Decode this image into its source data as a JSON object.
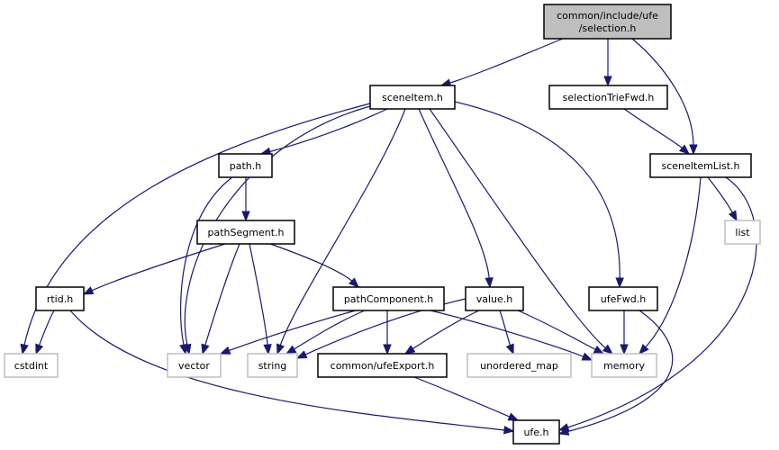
{
  "diagram": {
    "type": "include-dependency-graph",
    "colors": {
      "edge": "#191970",
      "root_fill": "#bfbfbf",
      "internal_border": "#000000",
      "external_border": "#bfbfbf"
    },
    "nodes": [
      {
        "id": "selection",
        "label_lines": [
          "common/include/ufe",
          "/selection.h"
        ],
        "kind": "root"
      },
      {
        "id": "sceneItem",
        "label_lines": [
          "sceneItem.h"
        ],
        "kind": "internal"
      },
      {
        "id": "selectionTrieFwd",
        "label_lines": [
          "selectionTrieFwd.h"
        ],
        "kind": "internal"
      },
      {
        "id": "sceneItemList",
        "label_lines": [
          "sceneItemList.h"
        ],
        "kind": "internal"
      },
      {
        "id": "path",
        "label_lines": [
          "path.h"
        ],
        "kind": "internal"
      },
      {
        "id": "pathSegment",
        "label_lines": [
          "pathSegment.h"
        ],
        "kind": "internal"
      },
      {
        "id": "list",
        "label_lines": [
          "list"
        ],
        "kind": "external"
      },
      {
        "id": "rtid",
        "label_lines": [
          "rtid.h"
        ],
        "kind": "internal"
      },
      {
        "id": "pathComponent",
        "label_lines": [
          "pathComponent.h"
        ],
        "kind": "internal"
      },
      {
        "id": "value",
        "label_lines": [
          "value.h"
        ],
        "kind": "internal"
      },
      {
        "id": "ufeFwd",
        "label_lines": [
          "ufeFwd.h"
        ],
        "kind": "internal"
      },
      {
        "id": "cstdint",
        "label_lines": [
          "cstdint"
        ],
        "kind": "external"
      },
      {
        "id": "vector",
        "label_lines": [
          "vector"
        ],
        "kind": "external"
      },
      {
        "id": "string",
        "label_lines": [
          "string"
        ],
        "kind": "external"
      },
      {
        "id": "ufeExport",
        "label_lines": [
          "common/ufeExport.h"
        ],
        "kind": "internal"
      },
      {
        "id": "unordered_map",
        "label_lines": [
          "unordered_map"
        ],
        "kind": "external"
      },
      {
        "id": "memory",
        "label_lines": [
          "memory"
        ],
        "kind": "external"
      },
      {
        "id": "ufe",
        "label_lines": [
          "ufe.h"
        ],
        "kind": "internal"
      }
    ],
    "edges": [
      [
        "selection",
        "sceneItem"
      ],
      [
        "selection",
        "selectionTrieFwd"
      ],
      [
        "selection",
        "sceneItemList"
      ],
      [
        "sceneItem",
        "path"
      ],
      [
        "sceneItem",
        "cstdint"
      ],
      [
        "sceneItem",
        "vector"
      ],
      [
        "sceneItem",
        "string"
      ],
      [
        "sceneItem",
        "value"
      ],
      [
        "sceneItem",
        "memory"
      ],
      [
        "sceneItem",
        "ufeFwd"
      ],
      [
        "selectionTrieFwd",
        "sceneItemList"
      ],
      [
        "sceneItemList",
        "list"
      ],
      [
        "sceneItemList",
        "memory"
      ],
      [
        "sceneItemList",
        "ufe"
      ],
      [
        "path",
        "pathSegment"
      ],
      [
        "path",
        "vector"
      ],
      [
        "pathSegment",
        "rtid"
      ],
      [
        "pathSegment",
        "pathComponent"
      ],
      [
        "pathSegment",
        "vector"
      ],
      [
        "pathSegment",
        "string"
      ],
      [
        "rtid",
        "cstdint"
      ],
      [
        "rtid",
        "ufe"
      ],
      [
        "pathComponent",
        "vector"
      ],
      [
        "pathComponent",
        "string"
      ],
      [
        "pathComponent",
        "ufeExport"
      ],
      [
        "pathComponent",
        "memory"
      ],
      [
        "value",
        "string"
      ],
      [
        "value",
        "ufeExport"
      ],
      [
        "value",
        "unordered_map"
      ],
      [
        "value",
        "memory"
      ],
      [
        "ufeFwd",
        "memory"
      ],
      [
        "ufeFwd",
        "ufe"
      ],
      [
        "ufeExport",
        "ufe"
      ]
    ]
  }
}
